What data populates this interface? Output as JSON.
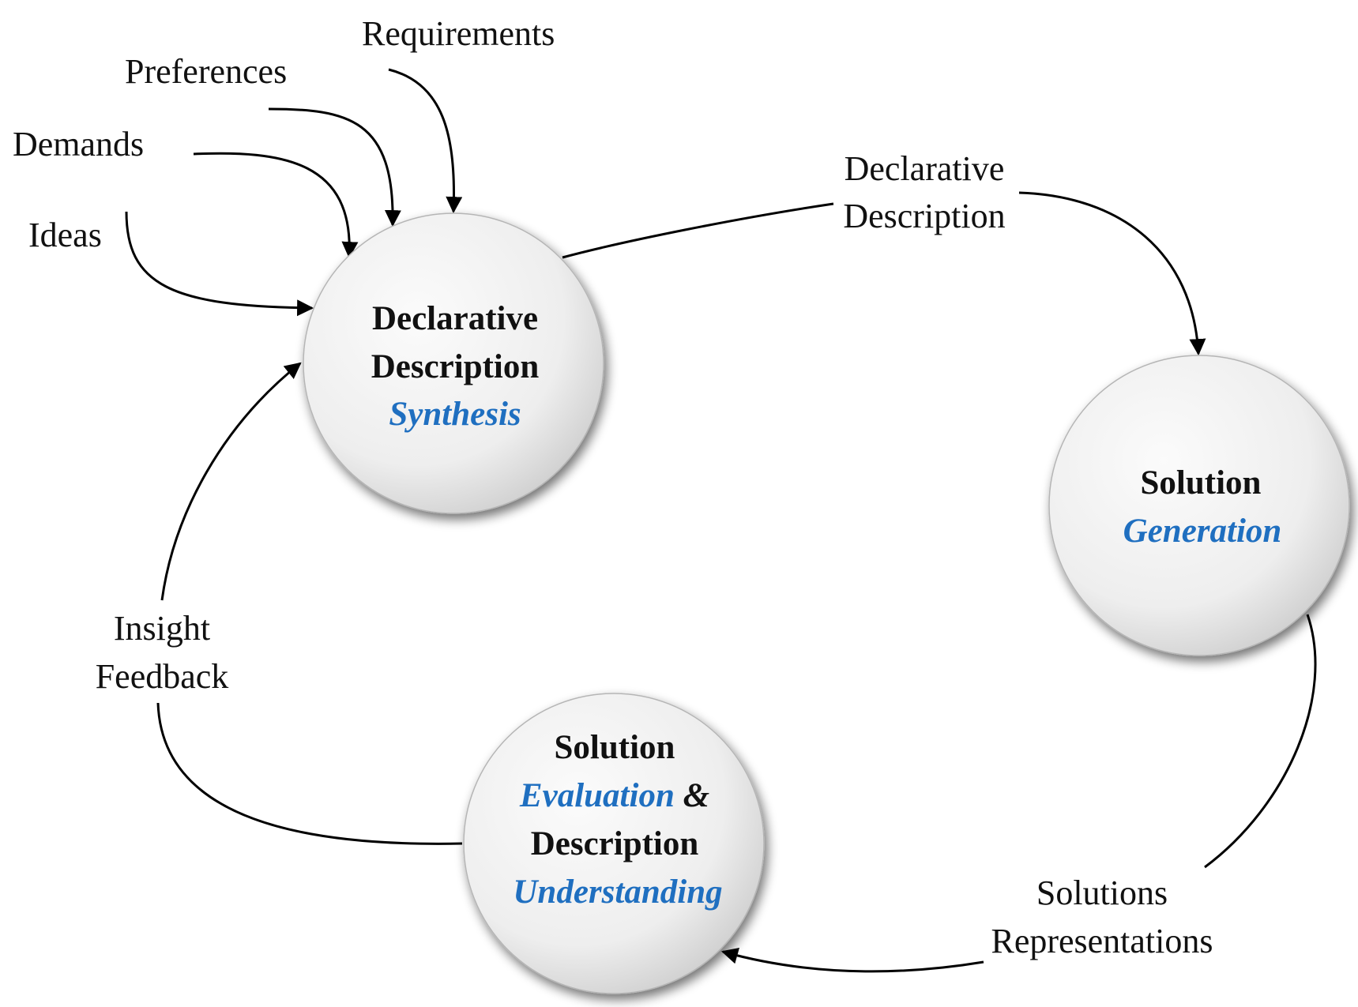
{
  "colors": {
    "accent_text": "#1f6fc0",
    "node_fill_light": "#fafafa",
    "node_fill_dark": "#cfcfcf",
    "line": "#000000"
  },
  "inputs": {
    "requirements": "Requirements",
    "preferences": "Preferences",
    "demands": "Demands",
    "ideas": "Ideas"
  },
  "nodes": {
    "synthesis": {
      "line1": "Declarative",
      "line2": "Description",
      "line3": "Synthesis"
    },
    "generation": {
      "line1": "Solution",
      "line2": "Generation"
    },
    "understanding": {
      "line1": "Solution",
      "line2_italic": "Evaluation",
      "line2_amp": " &",
      "line3": "Description",
      "line4": "Understanding"
    }
  },
  "edges": {
    "declarative_description": {
      "line1": "Declarative",
      "line2": "Description"
    },
    "solutions_representations": {
      "line1": "Solutions",
      "line2": "Representations"
    },
    "insight_feedback": {
      "line1": "Insight",
      "line2": "Feedback"
    }
  }
}
